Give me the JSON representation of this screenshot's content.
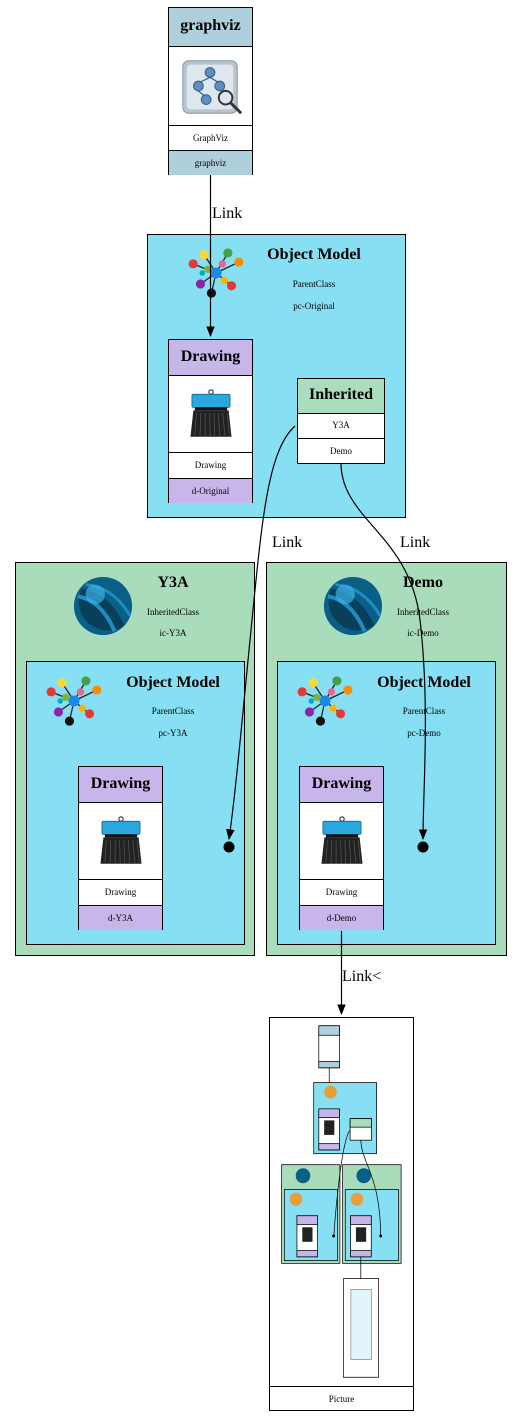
{
  "graphviz_node": {
    "title": "graphviz",
    "label": "GraphViz",
    "tag": "graphviz"
  },
  "edge_labels": {
    "graphviz_to_drawing": "Link",
    "inherited_to_y3a": "Link",
    "inherited_to_demo": "Link",
    "demo_to_picture": "Link<"
  },
  "original_model": {
    "title": "Object Model",
    "class_label": "ParentClass",
    "tag": "pc-Original",
    "drawing": {
      "title": "Drawing",
      "label": "Drawing",
      "tag": "d-Original"
    },
    "inherited": {
      "title": "Inherited",
      "items": [
        "Y3A",
        "Demo"
      ]
    }
  },
  "y3a": {
    "title": "Y3A",
    "class_label": "InheritedClass",
    "tag": "ic-Y3A",
    "model": {
      "title": "Object Model",
      "class_label": "ParentClass",
      "tag": "pc-Y3A",
      "drawing": {
        "title": "Drawing",
        "label": "Drawing",
        "tag": "d-Y3A"
      }
    }
  },
  "demo": {
    "title": "Demo",
    "class_label": "InheritedClass",
    "tag": "ic-Demo",
    "model": {
      "title": "Object Model",
      "class_label": "ParentClass",
      "tag": "pc-Demo",
      "drawing": {
        "title": "Drawing",
        "label": "Drawing",
        "tag": "d-Demo"
      }
    }
  },
  "picture_node": {
    "label": "Picture"
  },
  "colors": {
    "object_model_bg": "#87dff3",
    "inherited_bg": "#a9dcbb",
    "graphviz_header": "#aecfdc",
    "drawing_header": "#c7b6e9",
    "inherited_header": "#abdcbd"
  },
  "icons": [
    "graphviz-logo-icon",
    "molecule-icon",
    "brush-icon",
    "blue-sphere-icon"
  ]
}
